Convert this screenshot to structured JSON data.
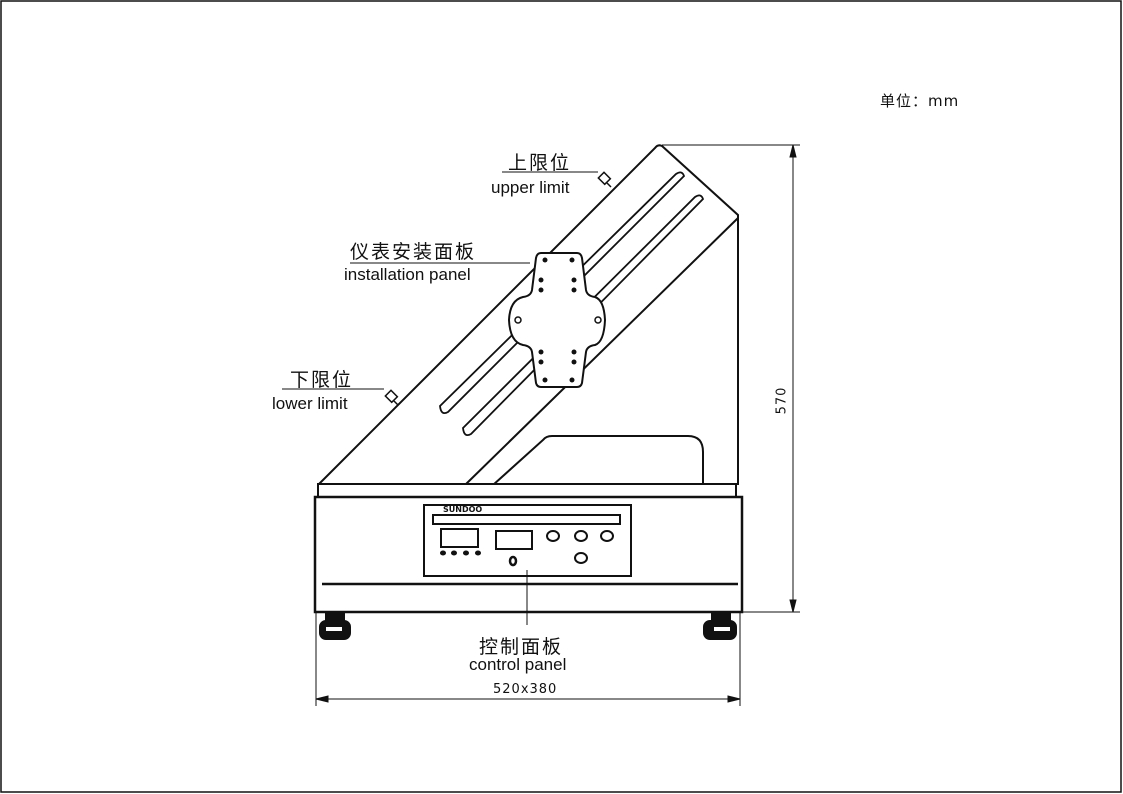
{
  "unit_label": "单位：mm",
  "labels": {
    "upper_limit_cn": "上限位",
    "upper_limit_en": "upper limit",
    "installation_panel_cn": "仪表安装面板",
    "installation_panel_en": "installation panel",
    "lower_limit_cn": "下限位",
    "lower_limit_en": "lower limit",
    "control_panel_cn": "控制面板",
    "control_panel_en": "control panel"
  },
  "brand": "SUNDOO",
  "dimensions": {
    "height": "570",
    "footprint": "520x380"
  },
  "colors": {
    "line": "#111111",
    "background": "#ffffff"
  }
}
